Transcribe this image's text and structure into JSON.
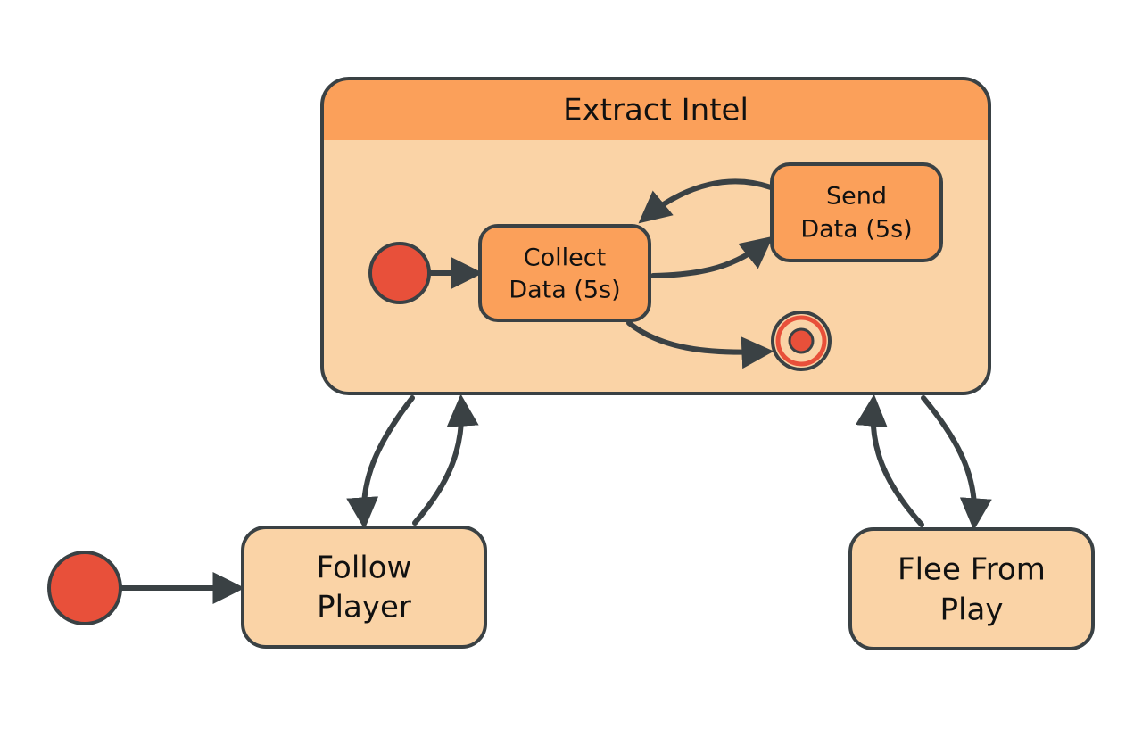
{
  "diagram": {
    "composite": {
      "title": "Extract Intel",
      "states": {
        "collect": {
          "line1": "Collect",
          "line2": "Data (5s)"
        },
        "send": {
          "line1": "Send",
          "line2": "Data (5s)"
        }
      }
    },
    "states": {
      "follow": {
        "line1": "Follow",
        "line2": "Player"
      },
      "flee": {
        "line1": "Flee From",
        "line2": "Play"
      }
    }
  },
  "colors": {
    "composite_header": "#fba05a",
    "composite_body": "#fad3a6",
    "inner_state": "#fba05a",
    "outer_state": "#fad3a6",
    "initial_node": "#e8503a",
    "stroke": "#3a4144"
  }
}
